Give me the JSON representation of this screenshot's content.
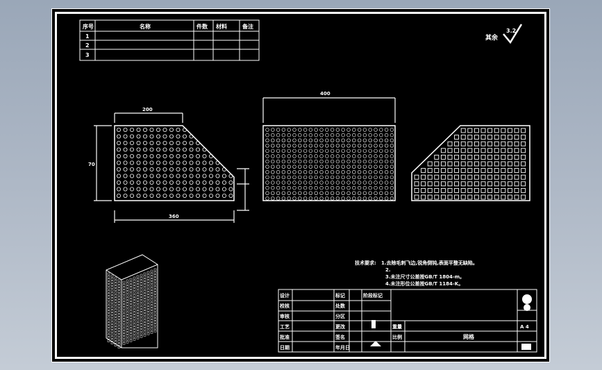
{
  "drawing": {
    "scale_label": "A 4",
    "roughness_text": "其余",
    "roughness_value": "3.2",
    "part_name": "网格",
    "views": [
      "front-view",
      "top-view",
      "side-view",
      "isometric-view"
    ]
  },
  "parts_list": {
    "headers": [
      "序号",
      "名称",
      "件数",
      "材料",
      "备注"
    ],
    "rows": [
      [
        "1",
        "",
        "",
        "",
        ""
      ],
      [
        "2",
        "",
        "",
        "",
        ""
      ],
      [
        "3",
        "",
        "",
        "",
        ""
      ]
    ]
  },
  "technical_requirements": {
    "title": "技术要求:",
    "lines": [
      "1.去除毛刺飞边,锐角倒钝,表面平整无缺陷。",
      "2.",
      "3.未注尺寸公差按GB/T 1804-m。",
      "4.未注形位公差按GB/T 1184-K。"
    ]
  },
  "dimensions": {
    "front_top": "200",
    "front_bottom": "360",
    "front_left": "70",
    "top_view_width": "400"
  },
  "title_block": {
    "left_labels": [
      "设计",
      "校核",
      "审核",
      "工艺",
      "批准",
      "日期"
    ],
    "mid_labels": [
      "标记",
      "处数",
      "分区",
      "更改",
      "签名",
      "年月日"
    ],
    "stage_label": "阶段标记",
    "weight_label": "重量",
    "ratio_label": "比例"
  }
}
